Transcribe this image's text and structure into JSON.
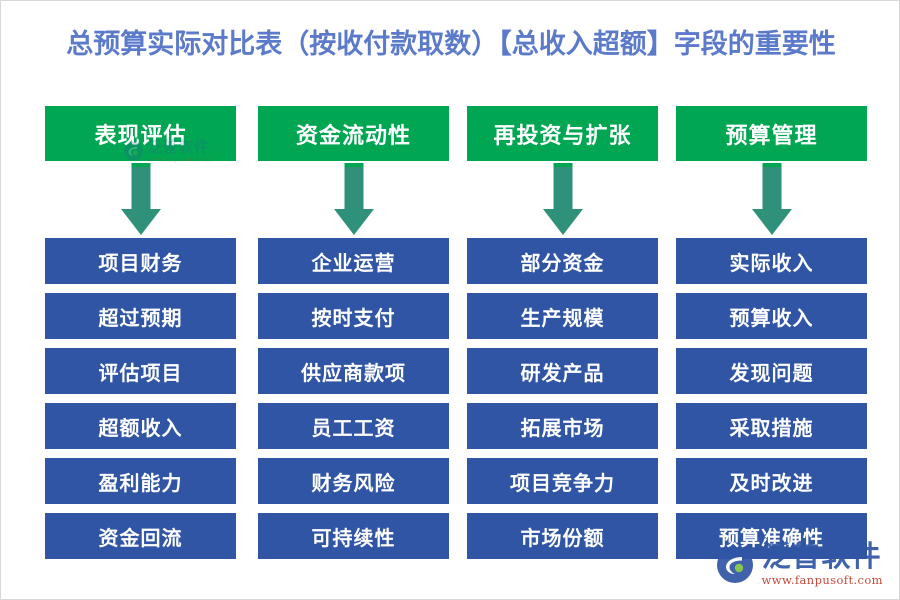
{
  "title": "总预算实际对比表（按收付款取数）【总收入超额】字段的重要性",
  "colors": {
    "title_text": "#5b7ac9",
    "header_green": "#00a651",
    "arrow_teal": "#2f9179",
    "cell_blue": "#2f55a4",
    "page_background": "#ffffff",
    "watermark_name": "#2f55a4",
    "watermark_url": "#c0392b"
  },
  "columns": [
    {
      "header": "表现评估",
      "arrow_icon": "down-arrow-icon",
      "items": [
        "项目财务",
        "超过预期",
        "评估项目",
        "超额收入",
        "盈利能力",
        "资金回流"
      ]
    },
    {
      "header": "资金流动性",
      "arrow_icon": "down-arrow-icon",
      "items": [
        "企业运营",
        "按时支付",
        "供应商款项",
        "员工工资",
        "财务风险",
        "可持续性"
      ]
    },
    {
      "header": "再投资与扩张",
      "arrow_icon": "down-arrow-icon",
      "items": [
        "部分资金",
        "生产规模",
        "研发产品",
        "拓展市场",
        "项目竞争力",
        "市场份额"
      ]
    },
    {
      "header": "预算管理",
      "arrow_icon": "down-arrow-icon",
      "items": [
        "实际收入",
        "预算收入",
        "发现问题",
        "采取措施",
        "及时改进",
        "预算准确性"
      ]
    }
  ],
  "watermark": {
    "name": "泛普软件",
    "url": "www.fanpusoft.com"
  }
}
